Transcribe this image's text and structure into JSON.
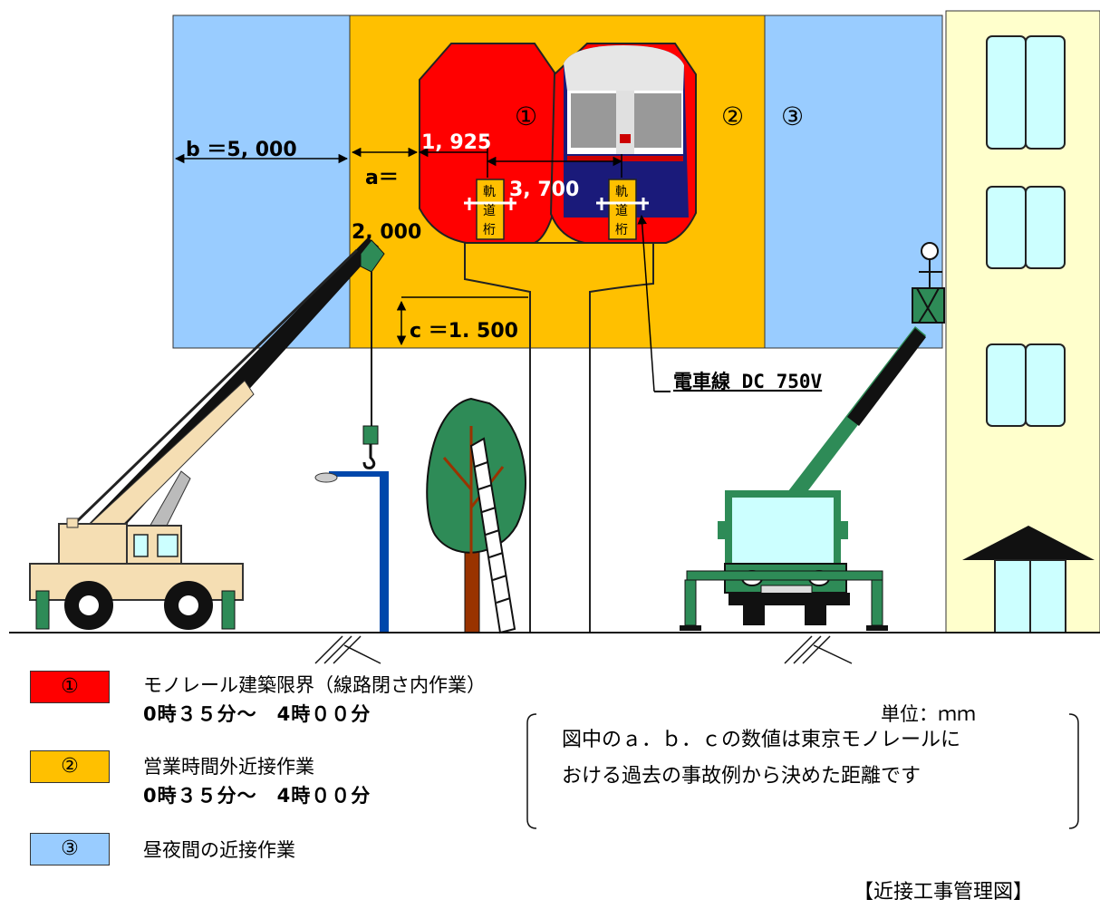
{
  "diagram": {
    "dims": {
      "b": "b ＝5, 000",
      "a": "a＝",
      "a_val": "2, 000",
      "d1925": "1, 925",
      "d3700": "3, 700",
      "c": "c ＝1. 500"
    },
    "zone_markers": {
      "z1": "①",
      "z2": "②",
      "z3": "③"
    },
    "girder_label": [
      "軌",
      "道",
      "桁"
    ],
    "overhead_line": "電車線 DC 750V"
  },
  "legend": [
    {
      "mark": "①",
      "color": "#ff0000",
      "text": "モノレール建築限界（線路閉さ内作業）",
      "time": "0時３５分～　4時００分"
    },
    {
      "mark": "②",
      "color": "#ffc000",
      "text": "営業時間外近接作業",
      "time": "0時３５分～　4時００分"
    },
    {
      "mark": "③",
      "color": "#99ccff",
      "text": "昼夜間の近接作業",
      "time": ""
    }
  ],
  "unit": "単位：ｍｍ",
  "note": [
    "図中のａ．ｂ．ｃの数値は東京モノレールに",
    "おける過去の事故例から決めた距離です"
  ],
  "caption": "【近接工事管理図】",
  "colors": {
    "zone1": "#ff0000",
    "zone2": "#ffc000",
    "zone3": "#99ccff",
    "building": "#ffffcc",
    "window": "#ccffff",
    "crane_green": "#339966",
    "truck_green": "#2e8b57"
  }
}
